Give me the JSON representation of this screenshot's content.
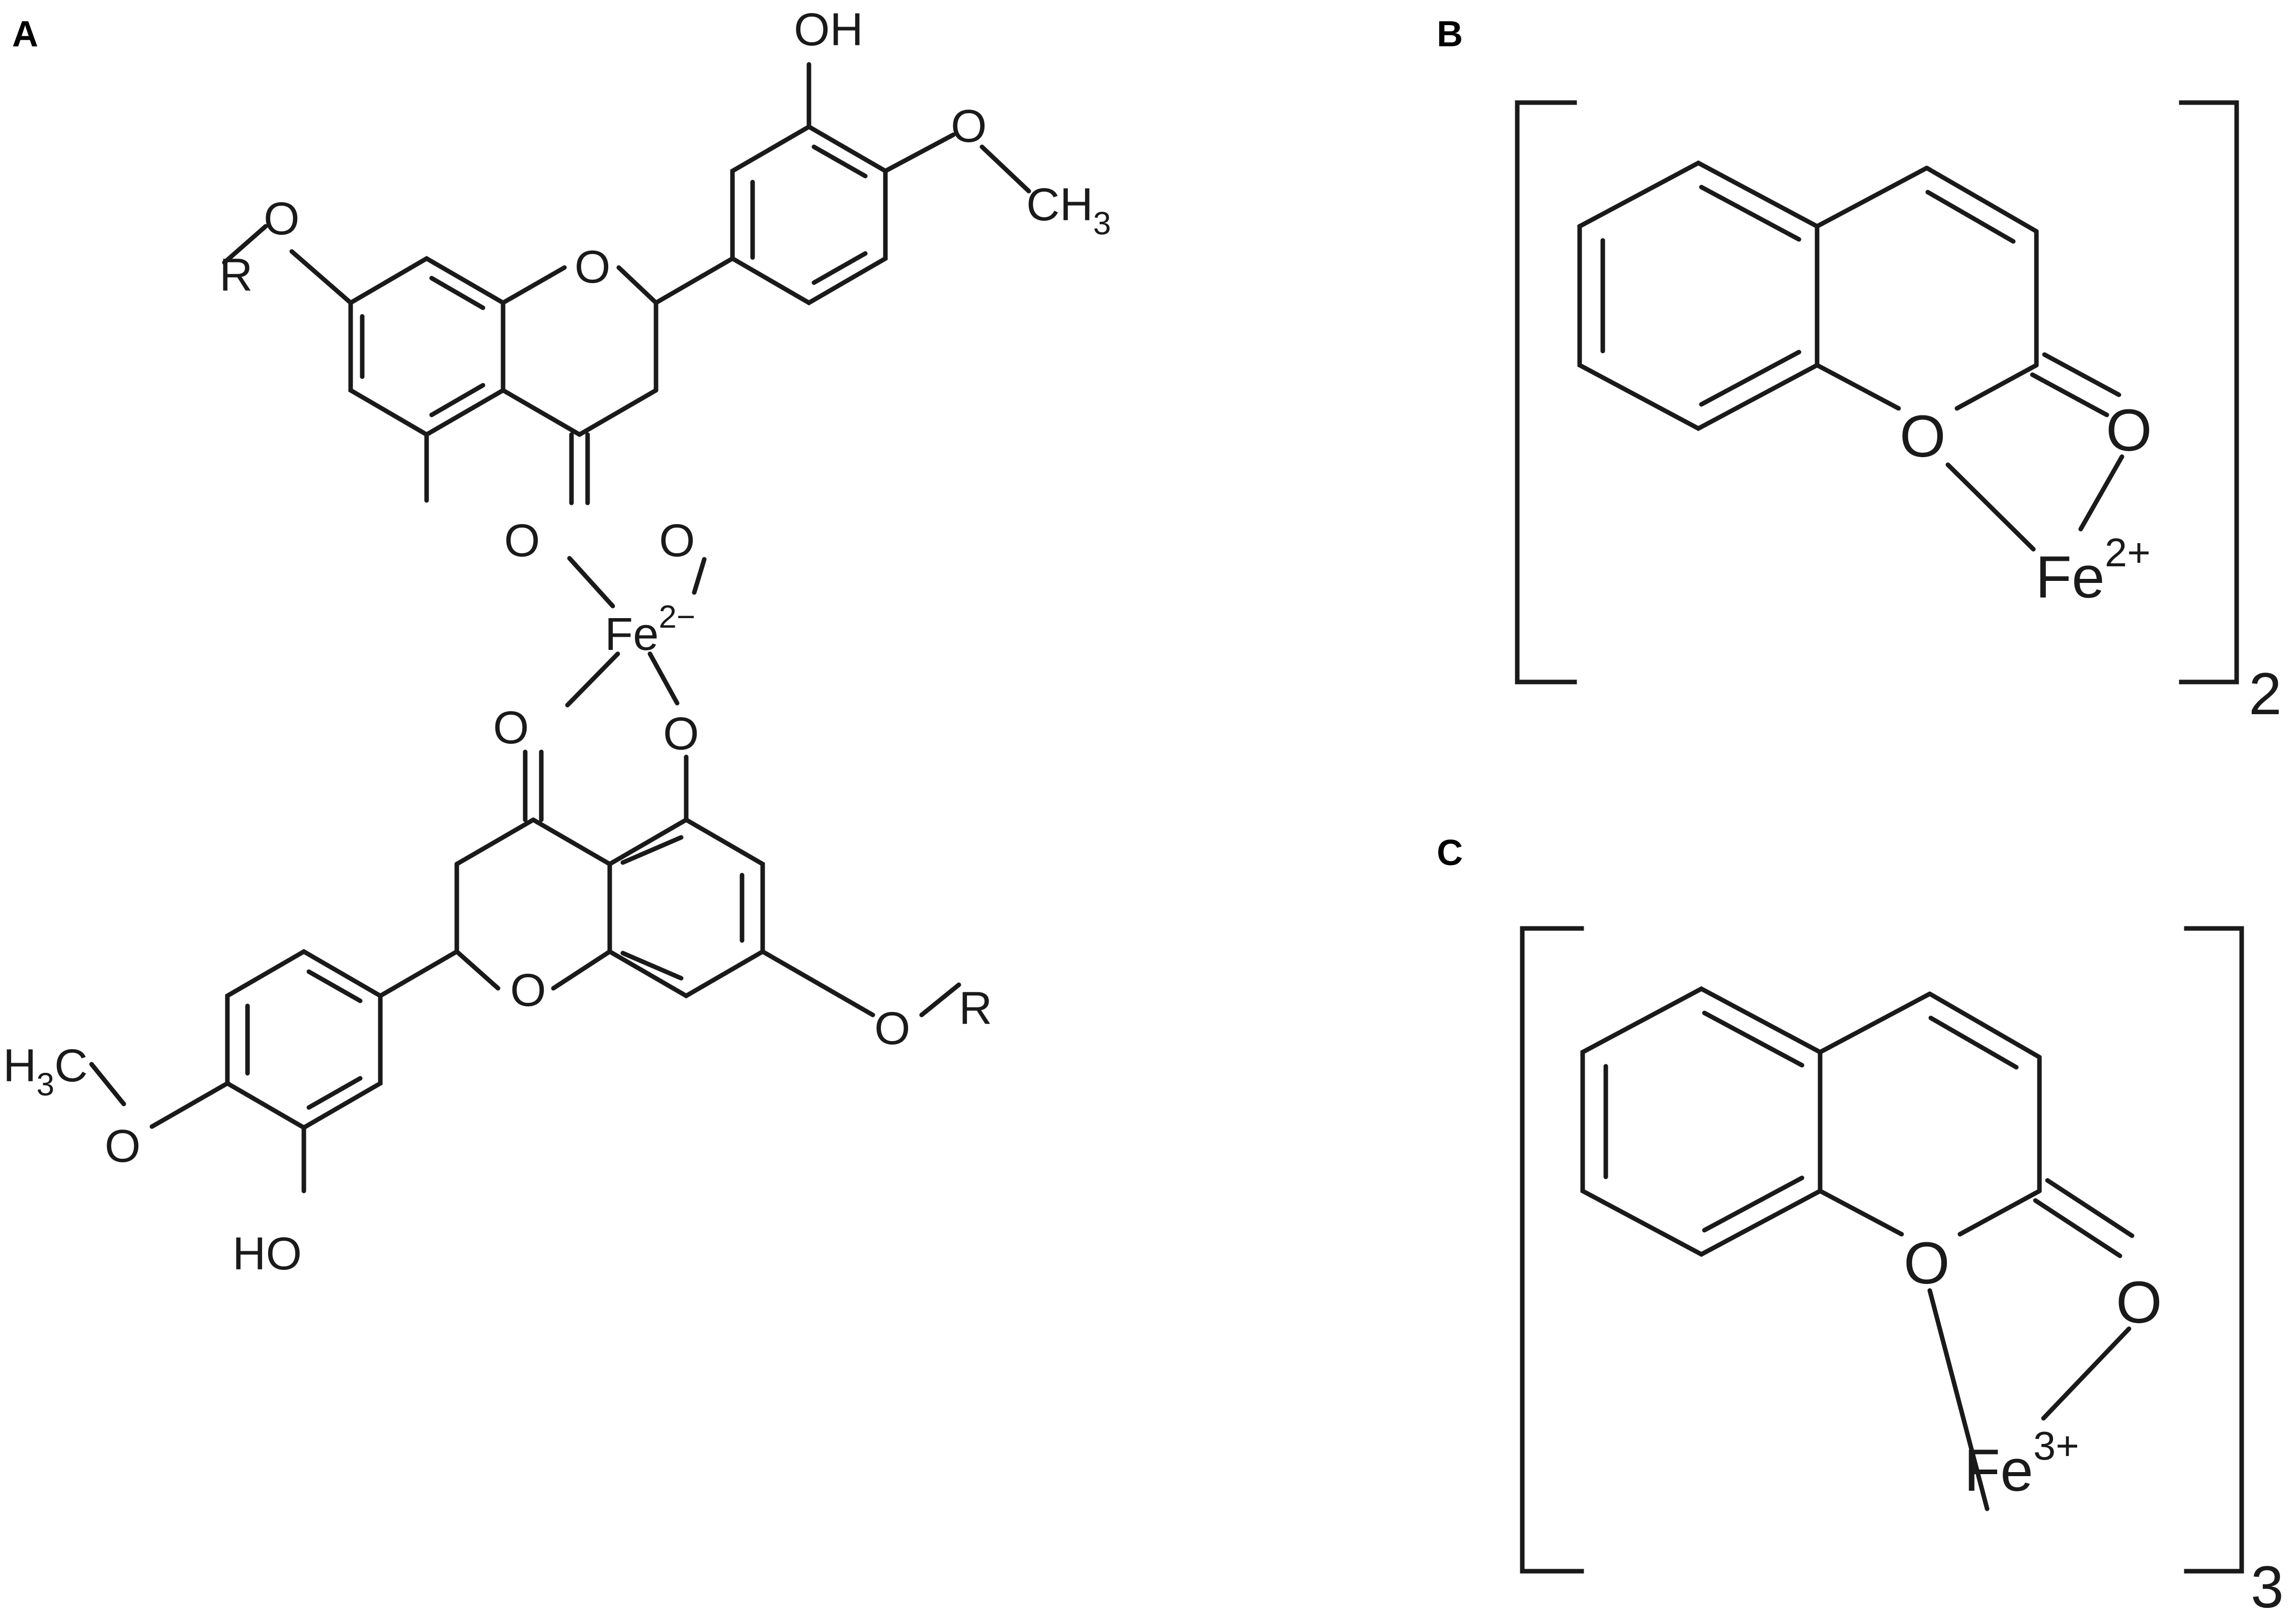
{
  "panels": {
    "a": {
      "label": "A",
      "atoms": {
        "oh_top": "OH",
        "o_methoxy_top": "O",
        "ch3_top": "CH",
        "ch3_top_sub": "3",
        "r_top": "R",
        "o_r_top": "O",
        "o_ring_top": "O",
        "o_phenolate_top": "O",
        "o_carbonyl_top": "O",
        "fe": "Fe",
        "fe_charge": "2−",
        "o_carbonyl_bottom": "O",
        "o_phenolate_bottom": "O",
        "o_ring_bottom": "O",
        "o_r_bottom": "O",
        "r_bottom": "R",
        "h3c_h": "H",
        "h3c_sub": "3",
        "h3c_c": "C",
        "o_methoxy_bottom": "O",
        "ho_bottom": "HO"
      }
    },
    "b": {
      "label": "B",
      "atoms": {
        "o_ring": "O",
        "o_carbonyl": "O",
        "fe": "Fe",
        "fe_charge": "2+"
      },
      "multiplier": "2"
    },
    "c": {
      "label": "C",
      "atoms": {
        "o_ring": "O",
        "o_carbonyl": "O",
        "fe": "Fe",
        "fe_charge": "3+"
      },
      "multiplier": "3"
    }
  },
  "colors": {
    "ink": "#1a1a1a",
    "background": "#ffffff"
  }
}
